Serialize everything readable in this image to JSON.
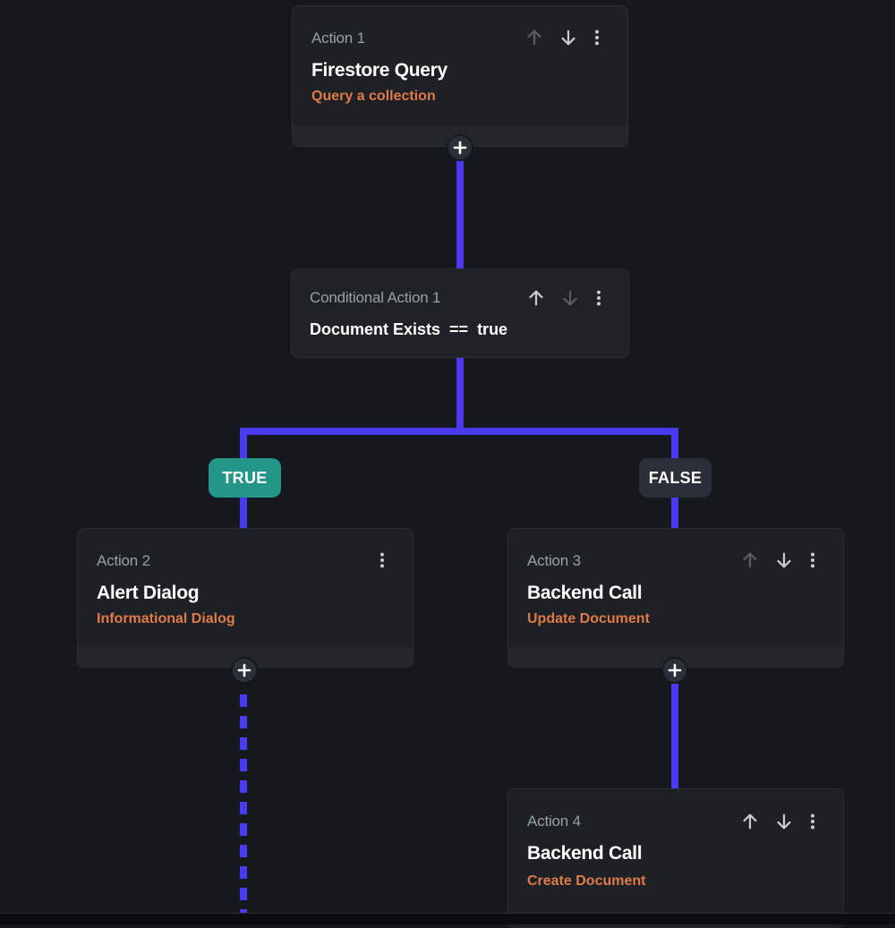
{
  "colors": {
    "background": "#15181c",
    "connector": "#4b39ef",
    "card": "#1d2024",
    "accent_text": "#e07a4a",
    "true_branch": "#249689",
    "false_branch": "#2b3038"
  },
  "actions": {
    "action1": {
      "label": "Action 1",
      "title": "Firestore Query",
      "description": "Query a collection"
    },
    "conditional1": {
      "label": "Conditional Action 1",
      "expression": "Document Exists  ==  true"
    },
    "action2": {
      "label": "Action 2",
      "title": "Alert Dialog",
      "description": "Informational Dialog"
    },
    "action3": {
      "label": "Action 3",
      "title": "Backend Call",
      "description": "Update Document"
    },
    "action4": {
      "label": "Action 4",
      "title": "Backend Call",
      "description": "Create Document"
    }
  },
  "branches": {
    "true_label": "TRUE",
    "false_label": "FALSE"
  },
  "icons": {
    "move_up": "arrow-up-icon",
    "move_down": "arrow-down-icon",
    "more": "more-vertical-icon",
    "add": "plus-icon"
  }
}
